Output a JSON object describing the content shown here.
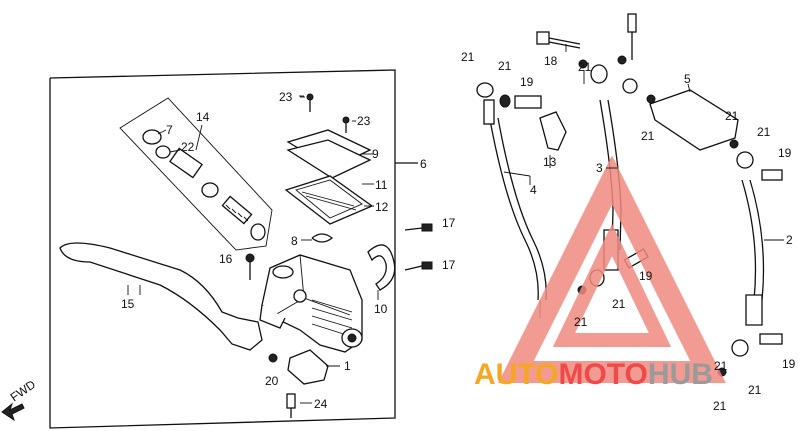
{
  "diagram": {
    "labels": {
      "l14": "14",
      "l7": "7",
      "l22": "22",
      "l23a": "23",
      "l23b": "23",
      "l9": "9",
      "l6": "6",
      "l11": "11",
      "l12": "12",
      "l8": "8",
      "l17a": "17",
      "l17b": "17",
      "l16": "16",
      "l15": "15",
      "l10": "10",
      "l1": "1",
      "l20": "20",
      "l24": "24",
      "l21a": "21",
      "l21b": "21",
      "l18": "18",
      "l19a": "19",
      "l13": "13",
      "l3": "3",
      "l4": "4",
      "l5": "5",
      "l21c": "21",
      "l21d": "21",
      "l21e": "21",
      "l19b": "19",
      "l2": "2",
      "l19c": "19",
      "l21f": "21",
      "l21g": "21",
      "l21h": "21",
      "l19d": "19",
      "l21i": "21",
      "l21j": "21",
      "l21k": "21"
    },
    "fwd": "FWD"
  },
  "watermark": {
    "text_red": "AUTOMOTO",
    "text_gray": "HUB",
    "colors": {
      "triangle": "#f08a80",
      "text_orange": "#f5a623",
      "text_red": "#ee4a4a",
      "text_gray": "#9a9a9a"
    }
  }
}
